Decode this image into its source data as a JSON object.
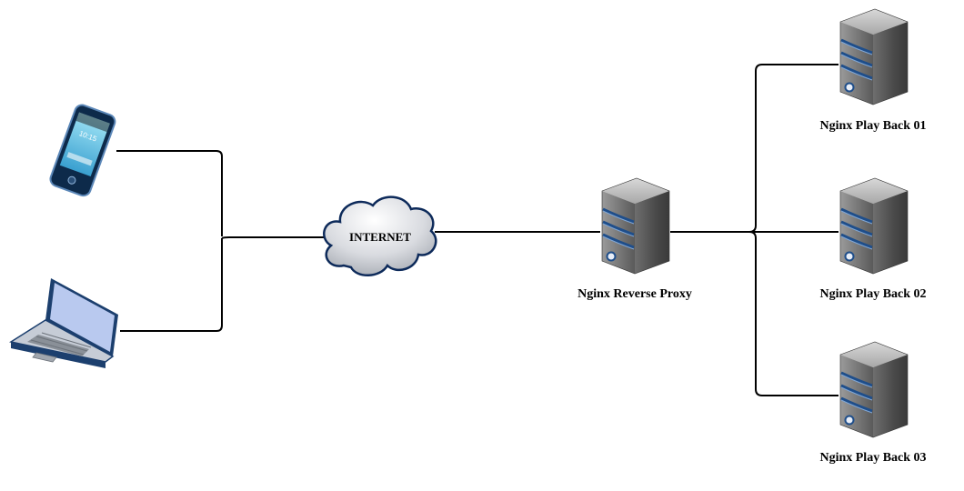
{
  "cloud": {
    "label": "INTERNET"
  },
  "phone": {
    "clock": "10:15"
  },
  "servers": {
    "proxy": {
      "label": "Nginx Reverse Proxy"
    },
    "playback1": {
      "label": "Nginx Play Back 01"
    },
    "playback2": {
      "label": "Nginx Play Back 02"
    },
    "playback3": {
      "label": "Nginx Play Back 03"
    }
  }
}
